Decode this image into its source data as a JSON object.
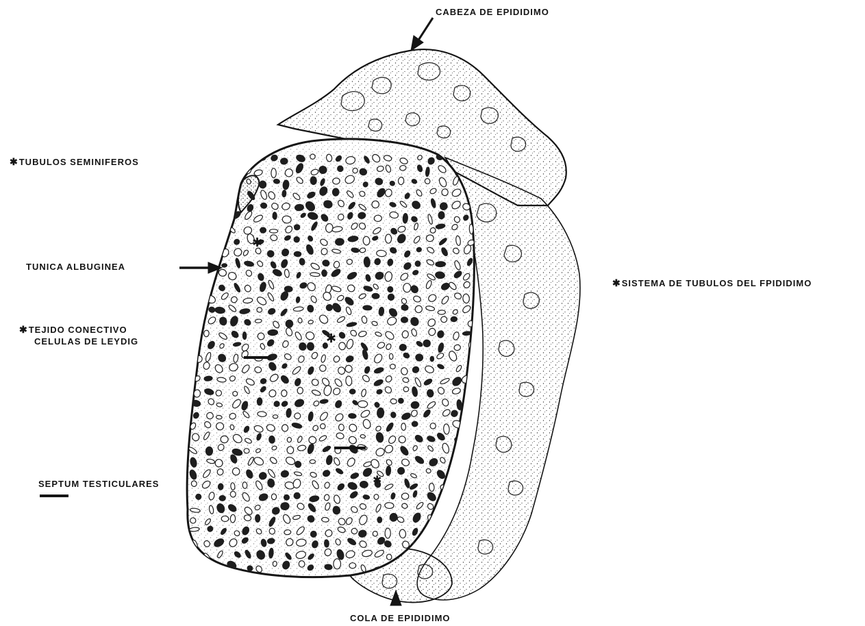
{
  "labels": {
    "cabeza": "CABEZA DE EPIDIDIMO",
    "tubulos": "TUBULOS SEMINIFEROS",
    "tunica": "TUNICA ALBUGINEA",
    "sistema": "SISTEMA DE TUBULOS DEL FPIDIDIMO",
    "tejido": "TEJIDO CONECTIVO",
    "celulas": "CELULAS DE LEYDIG",
    "septum": "SEPTUM TESTICULARES",
    "cola": "COLA DE EPIDIDIMO"
  },
  "marker_symbol": "✱",
  "colors": {
    "ink": "#151515",
    "paper": "#ffffff",
    "stipple": "#3a3a3a"
  }
}
